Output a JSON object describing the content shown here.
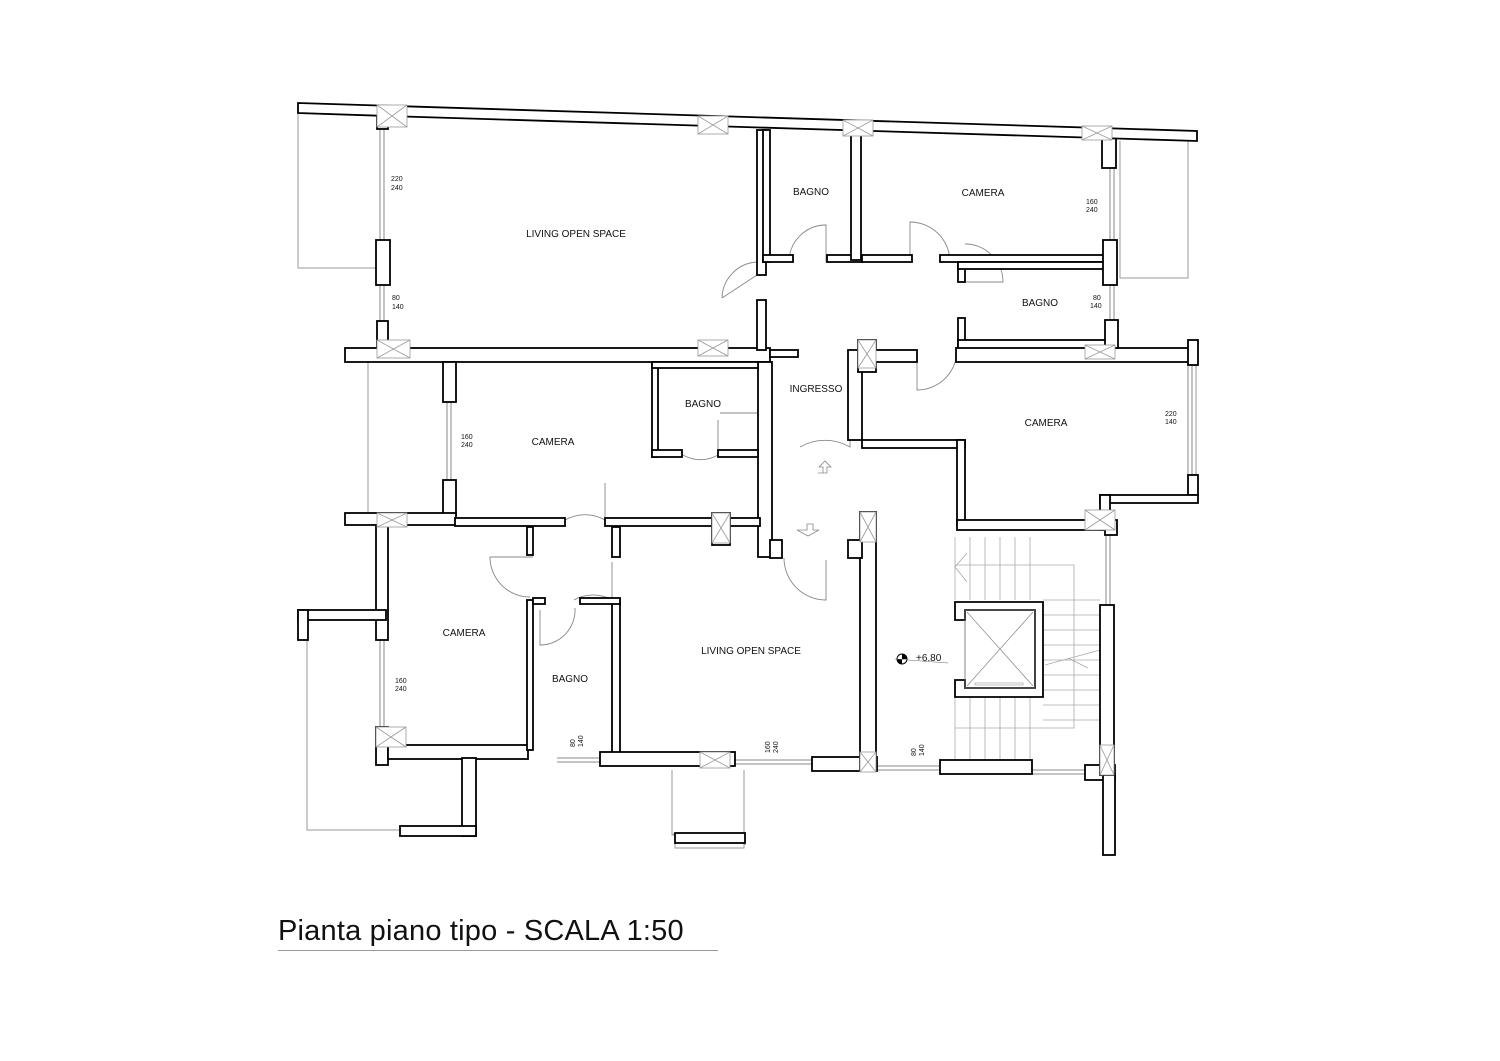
{
  "title": "Pianta piano tipo - SCALA 1:50",
  "rooms": {
    "living_top": "LIVING OPEN SPACE",
    "bagno_top": "BAGNO",
    "camera_top_right": "CAMERA",
    "bagno_right": "BAGNO",
    "camera_mid_left": "CAMERA",
    "bagno_mid": "BAGNO",
    "ingresso": "INGRESSO",
    "camera_right": "CAMERA",
    "camera_bottom_left": "CAMERA",
    "bagno_bottom": "BAGNO",
    "living_bottom": "LIVING OPEN SPACE"
  },
  "dimensions": {
    "w1": [
      "220",
      "240"
    ],
    "w2": [
      "80",
      "140"
    ],
    "w3": [
      "160",
      "240"
    ],
    "w4": [
      "80",
      "140"
    ],
    "w5": [
      "160",
      "240"
    ],
    "w6": [
      "220",
      "140"
    ],
    "w7": [
      "160",
      "240"
    ],
    "w8": [
      "80",
      "140"
    ],
    "w9": [
      "160",
      "240"
    ],
    "w10": [
      "80",
      "140"
    ]
  },
  "level_marker": "+6.80",
  "colors": {
    "wall": "#000000",
    "fixture": "#9a9a9a"
  }
}
